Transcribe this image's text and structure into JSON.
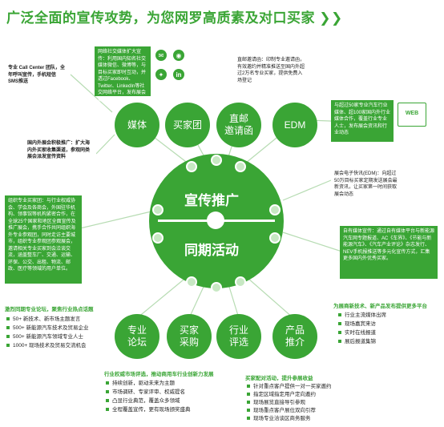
{
  "title": "广泛全面的宣传攻势，为您网罗高质素及对口买家",
  "title_chevrons": "❯❯",
  "center": {
    "top": "宣传推广",
    "bottom": "同期活动"
  },
  "promo_circles": [
    "媒体",
    "买家团",
    "直邮\n邀请函",
    "EDM"
  ],
  "activity_circles": [
    "专业\n论坛",
    "买家\n采购",
    "行业\n评选",
    "产品\n推介"
  ],
  "notes": {
    "social": "网络社交媒体扩大宣传：利用国内知名社交媒体微信、微博等，与目标买家即时互动，并透过Facebook、Twitter、LinkedIn等社交网络平台，发布展会最新资讯",
    "call_center": "专业 Call Center 团队，全年呼叫宣传，手机短信SMS推送",
    "direct_mail": "直邮邀请函：印制专业邀请函，有效邀约并精准推送至国内外超过2万名专业买家，提供免费入场登记",
    "edm_box": "与超过50家专业汽车行业媒体、超100家国内外行业媒体合作，覆盖行业专业人士，发布展会资讯和行业动态",
    "domestic_buyers": "国内外展会积极推广：扩大海内外买家收集渠道，参观同类展会派发宣传资料",
    "edm_mail": "展会电子快讯(EDM)：向超过50万目标买家定期发送展会最新资讯，让买家第一时间获取展会动态",
    "org_buyers": "组织专业买家团：与行业权威协会、学会及各商会，外国驻华机构、领事馆等机构紧密合作，在全球25个国家和地区全面宣传及推广展会，携手合作共同组织海外专业参观团，同时走访主要城市，组织专业参观团参观展会，邀请相关专业买家到会洽谈交流，涵盖整车厂、交通、运输、环保、公交、出租、物流、邮政、医疗等领域的用户单位。",
    "own_media": "自有媒体宣传：通过自有媒体平台与新能源汽车网专题报道、AC《车界》、《节能与新能源汽车》、《汽车产业评论》杂志发行、NEV手机报推送等多元化宣传方式，汇集更多国内外优秀买家。"
  },
  "forum": {
    "head": "激烈同期专业论坛，聚焦行业热点话题",
    "items": [
      "50+ 新技术、新市场主题发言",
      "500+ 新能源汽车技术及贸易企业",
      "500+ 新能源汽车领域专业人士",
      "1000+ 现场技术及贸易交流机会"
    ]
  },
  "selection": {
    "head": "行业权威市场评选，推动商用车行业创新力发展",
    "items": [
      "持续创新，驱动未来为主题",
      "市场调研、专家评审、权威提名",
      "凸显行业典范，覆盖众多领域",
      "全程覆盖宣传，更有现场颁奖盛典"
    ]
  },
  "buyers": {
    "head": "买家配对活动，提升参展收益",
    "items": [
      "针对重点客户提供一对一买家邀约",
      "指定区域指定用户定向邀约",
      "现场展览直接导引参观",
      "现场重点客户展位双向引荐",
      "现场专业洽谈区商务服务"
    ]
  },
  "launch": {
    "head": "为展商新技术、新产品发布提供更多平台",
    "items": [
      "行业主流媒体出席",
      "现场嘉宾来访",
      "实时在线报道",
      "展后报道集锦"
    ]
  },
  "colors": {
    "brand": "#3aa535",
    "light": "#c7e8c3"
  }
}
